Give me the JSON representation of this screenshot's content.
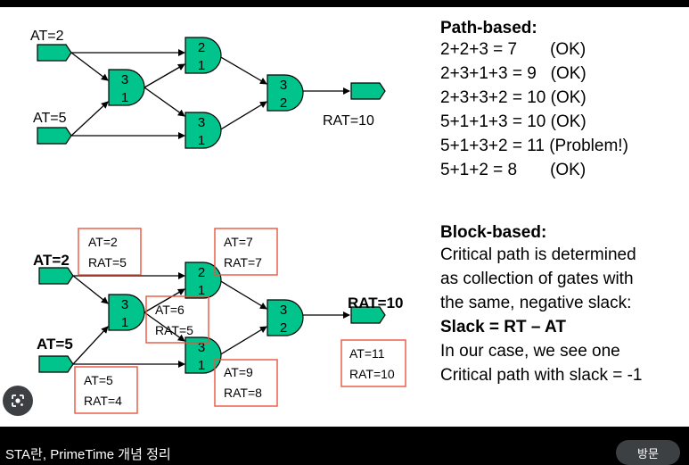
{
  "top": {
    "in1": "AT=2",
    "in2": "AT=5",
    "out": "RAT=10",
    "gates": [
      {
        "a": "2",
        "b": "1"
      },
      {
        "a": "3",
        "b": "1"
      },
      {
        "a": "3",
        "b": "1"
      },
      {
        "a": "3",
        "b": "2"
      }
    ]
  },
  "bottom": {
    "in1": "AT=2",
    "in2": "AT=5",
    "out": "RAT=10",
    "gates": [
      {
        "a": "2",
        "b": "1"
      },
      {
        "a": "3",
        "b": "1"
      },
      {
        "a": "3",
        "b": "1"
      },
      {
        "a": "3",
        "b": "2"
      }
    ],
    "boxes": [
      {
        "l1": "AT=2",
        "l2": "RAT=5"
      },
      {
        "l1": "AT=7",
        "l2": "RAT=7"
      },
      {
        "l1": "AT=6",
        "l2": "RAT=5"
      },
      {
        "l1": "AT=5",
        "l2": "RAT=4"
      },
      {
        "l1": "AT=9",
        "l2": "RAT=8"
      },
      {
        "l1": "AT=11",
        "l2": "RAT=10"
      }
    ]
  },
  "path_based": {
    "title": "Path-based:",
    "lines": [
      "2+2+3 = 7       (OK)",
      "2+3+1+3 = 9   (OK)",
      "2+3+3+2 = 10 (OK)",
      "5+1+1+3 = 10 (OK)",
      "5+1+3+2 = 11 (Problem!)",
      "5+1+2 = 8       (OK)"
    ]
  },
  "block_based": {
    "title": "Block-based:",
    "lines": [
      "Critical path is determined",
      "as collection of gates with",
      "the same, negative slack:"
    ],
    "slack": "Slack = RT – AT",
    "lines2": [
      "In our case, we see one",
      "Critical path with slack = -1"
    ]
  },
  "footer": {
    "caption": "STA란, PrimeTime 개념 정리",
    "visit": "방문"
  },
  "colors": {
    "gate_fill": "#00c48c",
    "box_border": "#e8553e",
    "page_bg": "#000000"
  }
}
